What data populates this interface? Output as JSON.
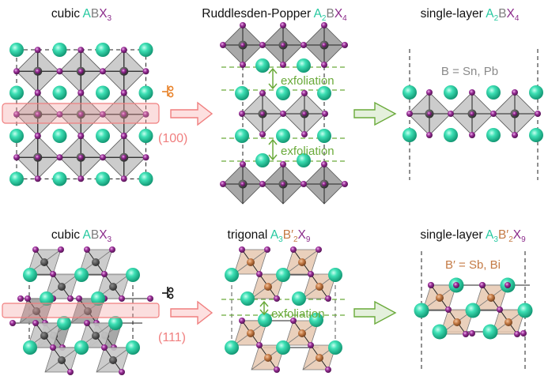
{
  "colors": {
    "A_site": "#26c9a0",
    "B_site": "#7d7d7d",
    "X_site": "#8b2a8a",
    "B_prime": "#c47a45",
    "cut_plane": "#f08080",
    "cut_arrow_fill": "#fde0e0",
    "exfoliation": "#6aaa3a",
    "exfoliation_arrow_fill": "#e4f0dc",
    "scissors_top": "#e8822a",
    "scissors_bottom": "#111111",
    "octahedron_fill": "#9e9e9e",
    "octahedron_light_fill": "#c6c6c6",
    "octahedron_trigonal_fill": "#e8cbb5"
  },
  "top_row": {
    "panel1": {
      "title_prefix": "cubic ",
      "formula": [
        {
          "t": "A",
          "role": "A"
        },
        {
          "t": "B",
          "role": "B"
        },
        {
          "t": "X",
          "role": "X"
        },
        {
          "t": "3",
          "role": "X",
          "sub": true
        }
      ]
    },
    "cut_label": "(100)",
    "panel2": {
      "title_prefix": "Ruddlesden-Popper ",
      "formula": [
        {
          "t": "A",
          "role": "A"
        },
        {
          "t": "2",
          "role": "A",
          "sub": true
        },
        {
          "t": "B",
          "role": "B"
        },
        {
          "t": "X",
          "role": "X"
        },
        {
          "t": "4",
          "role": "X",
          "sub": true
        }
      ],
      "exfoliation_labels": [
        "exfoliation",
        "exfoliation"
      ]
    },
    "panel3": {
      "title_prefix": "single-layer ",
      "formula": [
        {
          "t": "A",
          "role": "A"
        },
        {
          "t": "2",
          "role": "A",
          "sub": true
        },
        {
          "t": "B",
          "role": "B"
        },
        {
          "t": "X",
          "role": "X"
        },
        {
          "t": "4",
          "role": "X",
          "sub": true
        }
      ],
      "note": "B = Sn, Pb"
    }
  },
  "bottom_row": {
    "panel1": {
      "title_prefix": "cubic ",
      "formula": [
        {
          "t": "A",
          "role": "A"
        },
        {
          "t": "B",
          "role": "B"
        },
        {
          "t": "X",
          "role": "X"
        },
        {
          "t": "3",
          "role": "X",
          "sub": true
        }
      ]
    },
    "cut_label": "(111)",
    "panel2": {
      "title_prefix": "trigonal ",
      "formula": [
        {
          "t": "A",
          "role": "A"
        },
        {
          "t": "3",
          "role": "A",
          "sub": true
        },
        {
          "t": "B′",
          "role": "Bp"
        },
        {
          "t": "2",
          "role": "Bp",
          "sub": true
        },
        {
          "t": "X",
          "role": "X"
        },
        {
          "t": "9",
          "role": "X",
          "sub": true
        }
      ],
      "exfoliation_labels": [
        "exfoliation"
      ]
    },
    "panel3": {
      "title_prefix": "single-layer ",
      "formula": [
        {
          "t": "A",
          "role": "A"
        },
        {
          "t": "3",
          "role": "A",
          "sub": true
        },
        {
          "t": "B′",
          "role": "Bp"
        },
        {
          "t": "2",
          "role": "Bp",
          "sub": true
        },
        {
          "t": "X",
          "role": "X"
        },
        {
          "t": "9",
          "role": "X",
          "sub": true
        }
      ],
      "note": "B′ = Sb, Bi"
    }
  },
  "icons": {
    "scissors": "scissors-icon",
    "process_arrow": "right-arrow-icon",
    "exfoliation_arrow": "double-arrow-icon"
  }
}
